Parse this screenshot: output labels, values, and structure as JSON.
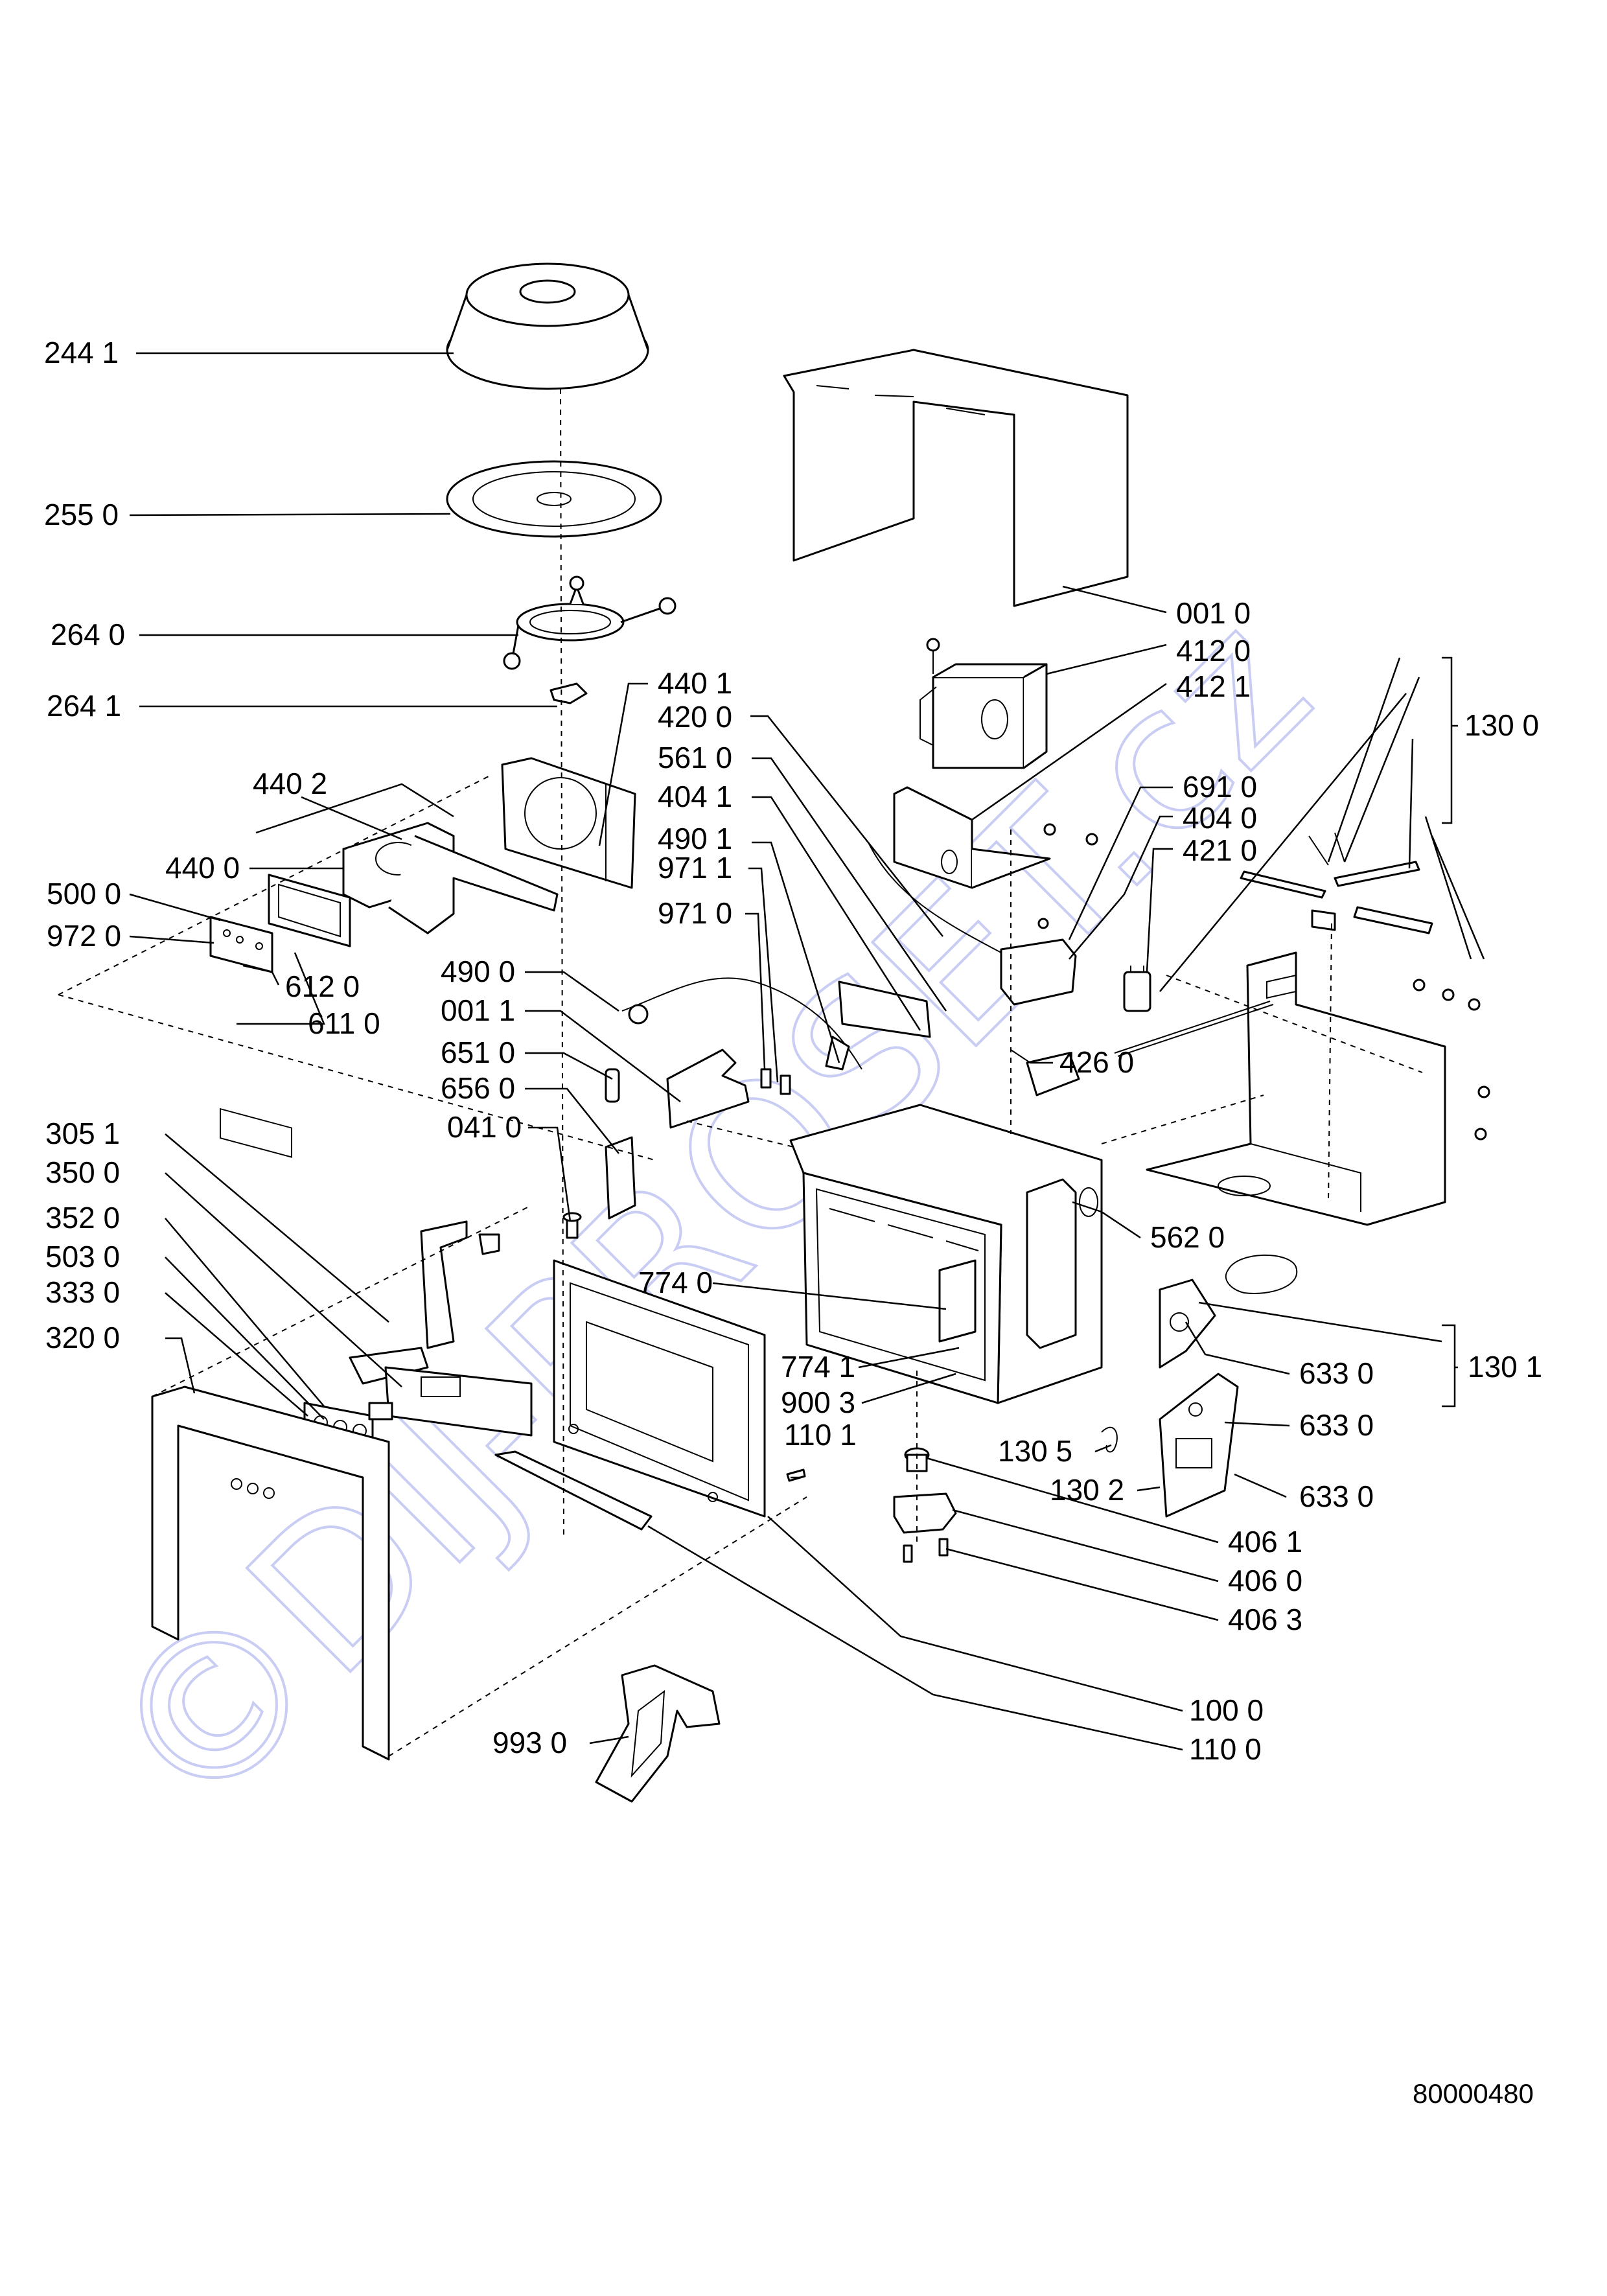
{
  "document_number": "80000480",
  "watermark": "©DIJ-PROSET.cz",
  "labels": {
    "l2441": "244 1",
    "l2550": "255 0",
    "l2640": "264 0",
    "l2641": "264 1",
    "l4402": "440 2",
    "l4400": "440 0",
    "l5000": "500 0",
    "l9720": "972 0",
    "l6120": "612 0",
    "l6110": "611 0",
    "l4401": "440 1",
    "l4200": "420 0",
    "l5610": "561 0",
    "l4041": "404 1",
    "l4901": "490 1",
    "l9711": "971 1",
    "l9710": "971 0",
    "l4900": "490 0",
    "l0011": "001 1",
    "l6510": "651 0",
    "l6560": "656 0",
    "l0410": "041 0",
    "l3051": "305 1",
    "l3500": "350 0",
    "l3520": "352 0",
    "l5030": "503 0",
    "l3330": "333 0",
    "l3200": "320 0",
    "l0010": "001 0",
    "l4120": "412 0",
    "l4121": "412 1",
    "l1300": "130 0",
    "l6910": "691 0",
    "l4040": "404 0",
    "l4210": "421 0",
    "l4260": "426 0",
    "l5620": "562 0",
    "l7740": "774 0",
    "l7741": "774 1",
    "l9003": "900 3",
    "l1101": "110 1",
    "l6330a": "633 0",
    "l1301": "130 1",
    "l6330b": "633 0",
    "l1305": "130 5",
    "l1302": "130 2",
    "l6330c": "633 0",
    "l4061": "406 1",
    "l4060": "406 0",
    "l4063": "406 3",
    "l1000": "100 0",
    "l1100": "110 0",
    "l9930": "993 0"
  }
}
